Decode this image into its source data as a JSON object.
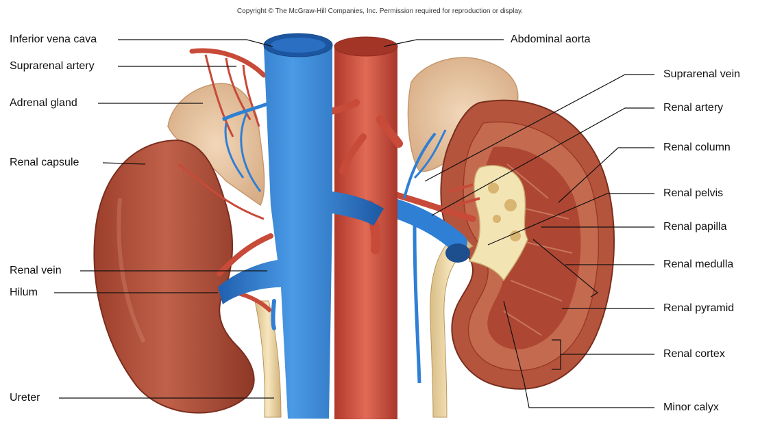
{
  "copyright": "Copyright © The McGraw-Hill Companies, Inc. Permission required for reproduction or display.",
  "labels": {
    "inferior_vena_cava": "Inferior vena cava",
    "suprarenal_artery": "Suprarenal artery",
    "adrenal_gland": "Adrenal gland",
    "renal_capsule": "Renal capsule",
    "renal_vein": "Renal vein",
    "hilum": "Hilum",
    "ureter": "Ureter",
    "abdominal_aorta": "Abdominal aorta",
    "suprarenal_vein": "Suprarenal vein",
    "renal_artery": "Renal artery",
    "renal_column": "Renal column",
    "renal_pelvis": "Renal pelvis",
    "renal_papilla": "Renal papilla",
    "renal_medulla": "Renal medulla",
    "renal_pyramid": "Renal pyramid",
    "renal_cortex": "Renal cortex",
    "minor_calyx": "Minor calyx"
  },
  "colors": {
    "kidney": "#b5543c",
    "cortex": "#c46a4e",
    "medulla": "#a9402e",
    "vein": "#2f7fd4",
    "artery": "#c94a3c",
    "adrenal": "#e8c7a6",
    "ureter": "#efd9a8",
    "pelvis": "#f3e4b4"
  }
}
